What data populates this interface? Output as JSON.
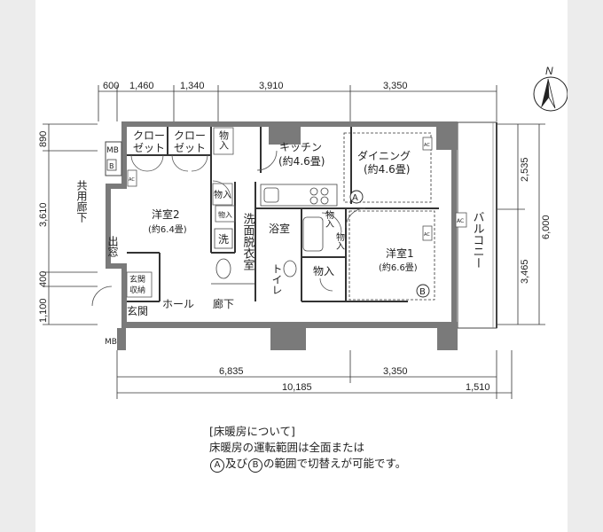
{
  "dims_top": [
    "600",
    "1,460",
    "1,340",
    "3,910",
    "3,350"
  ],
  "dims_bottom_row1": [
    "6,835",
    "3,350"
  ],
  "dims_bottom_row2": [
    "10,185",
    "1,510"
  ],
  "dims_left": [
    "890",
    "3,610",
    "400",
    "1,100"
  ],
  "dims_right_inner": [
    "2,535",
    "3,465"
  ],
  "dims_right_outer": "6,000",
  "north": "N",
  "rooms": {
    "closet1": [
      "クロー",
      "ゼット"
    ],
    "closet2": [
      "クロー",
      "ゼット"
    ],
    "storage_top": "物入",
    "kitchen": [
      "キッチン",
      "(約4.6畳)"
    ],
    "dining": [
      "ダイニング",
      "(約4.6畳)"
    ],
    "western2": [
      "洋室2",
      "(約6.4畳)"
    ],
    "western1": [
      "洋室1",
      "(約6.6畳)"
    ],
    "balcony": "バルコニー",
    "common_corridor": "共用廊下",
    "bay_window": "出窓",
    "storage_small1": "物入",
    "storage_small2": "物入",
    "washer": "洗",
    "washroom": "洗面脱衣室",
    "bathroom": "浴室",
    "storage_r1": "物入",
    "storage_r2": "物入",
    "toilet": "トイレ",
    "storage_toilet": "物入",
    "entrance_storage": [
      "玄関",
      "収納"
    ],
    "entrance": "玄関",
    "hall": "ホール",
    "corridor": "廊下",
    "mb_top": "MB",
    "mb_bottom": "MB",
    "b_box": "B",
    "ac": "AC",
    "zone_a": "A",
    "zone_b": "B"
  },
  "note": {
    "title": "[床暖房について]",
    "line1": "床暖房の運転範囲は全面または",
    "line2_a": "A",
    "line2_mid": "及び",
    "line2_b": "B",
    "line2_end": "の範囲で切替えが可能です。"
  }
}
